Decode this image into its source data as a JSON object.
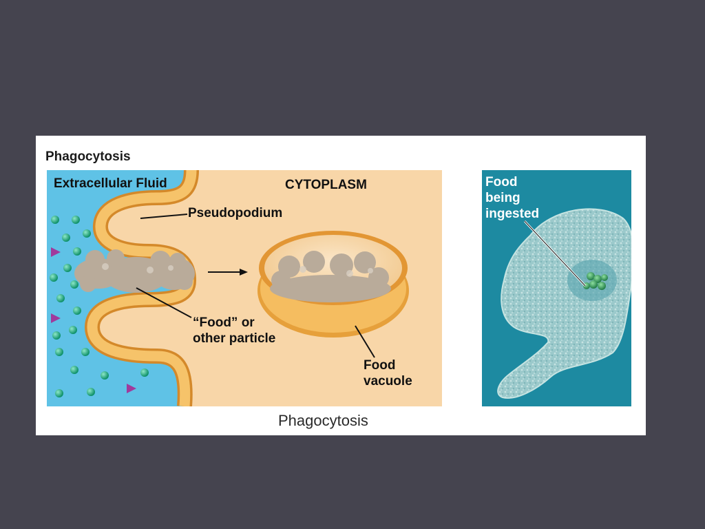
{
  "figure": {
    "title": "Phagocytosis",
    "caption": "Phagocytosis"
  },
  "diagram": {
    "region_labels": {
      "extracellular": "Extracellular Fluid",
      "cytoplasm": "CYTOPLASM"
    },
    "callouts": {
      "pseudopodium": "Pseudopodium",
      "particle_line1": "“Food” or",
      "particle_line2": "other particle",
      "vacuole_line1": "Food",
      "vacuole_line2": "vacuole"
    },
    "colors": {
      "extracellular_fluid": "#5fc2e6",
      "cytoplasm": "#f8d6a8",
      "membrane": "#e8a93c",
      "food_particle": "#b9ab9a",
      "green_molecule": "#17a67a",
      "purple_molecule": "#a03a9c"
    }
  },
  "photo": {
    "label_line1": "Food",
    "label_line2": "being",
    "label_line3": "ingested",
    "colors": {
      "background": "#1d8aa1",
      "cell": "#9bc9cb"
    }
  }
}
